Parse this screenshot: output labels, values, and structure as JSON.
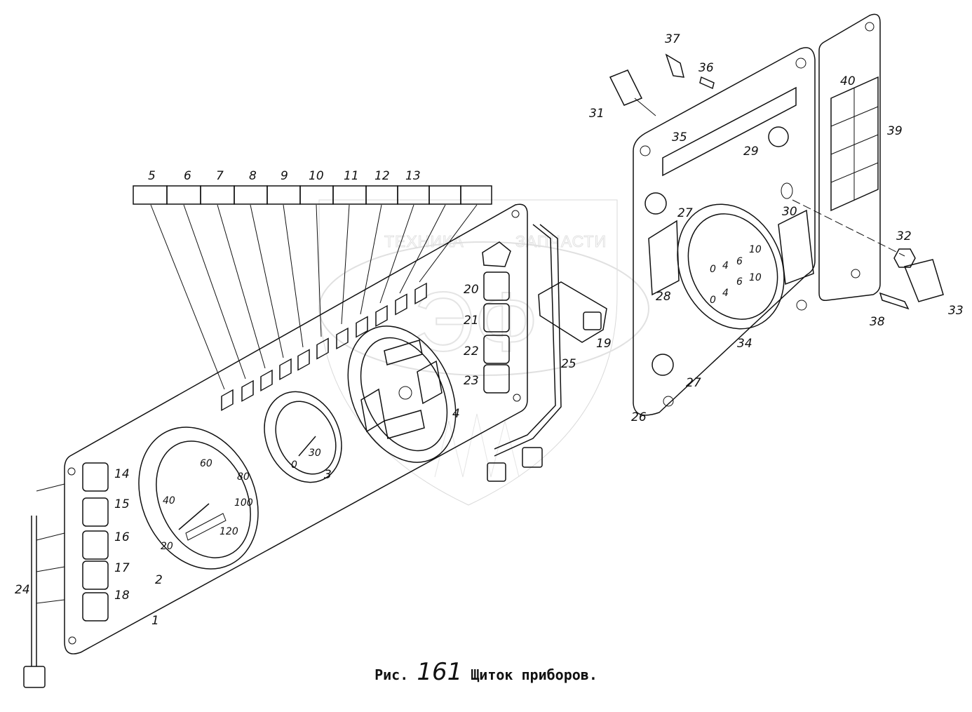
{
  "caption": {
    "prefix": "Рис.",
    "number": "161",
    "title": "Щиток приборов."
  },
  "watermark": {
    "left": "ТЕХНИКА",
    "right": "ЗАПЧАСТИ",
    "logo": "ЭФ"
  },
  "speedometer_scale": [
    "20",
    "40",
    "60",
    "80",
    "100",
    "120"
  ],
  "tachometer_scale": [
    "0",
    "30"
  ],
  "gauge_scale_upper": [
    "0",
    "4",
    "6",
    "10"
  ],
  "gauge_scale_lower": [
    "0",
    "4",
    "6",
    "10"
  ],
  "callouts": {
    "c1": "1",
    "c2": "2",
    "c3": "3",
    "c4": "4",
    "c5": "5",
    "c6": "6",
    "c7": "7",
    "c8": "8",
    "c9": "9",
    "c10": "10",
    "c11": "11",
    "c12": "12",
    "c13": "13",
    "c14": "14",
    "c15": "15",
    "c16": "16",
    "c17": "17",
    "c18": "18",
    "c19": "19",
    "c20": "20",
    "c21": "21",
    "c22": "22",
    "c23": "23",
    "c24": "24",
    "c25": "25",
    "c26": "26",
    "c27a": "27",
    "c27b": "27",
    "c28": "28",
    "c29": "29",
    "c30": "30",
    "c31": "31",
    "c32": "32",
    "c33": "33",
    "c34": "34",
    "c35": "35",
    "c36": "36",
    "c37": "37",
    "c38": "38",
    "c39": "39",
    "c40": "40"
  }
}
